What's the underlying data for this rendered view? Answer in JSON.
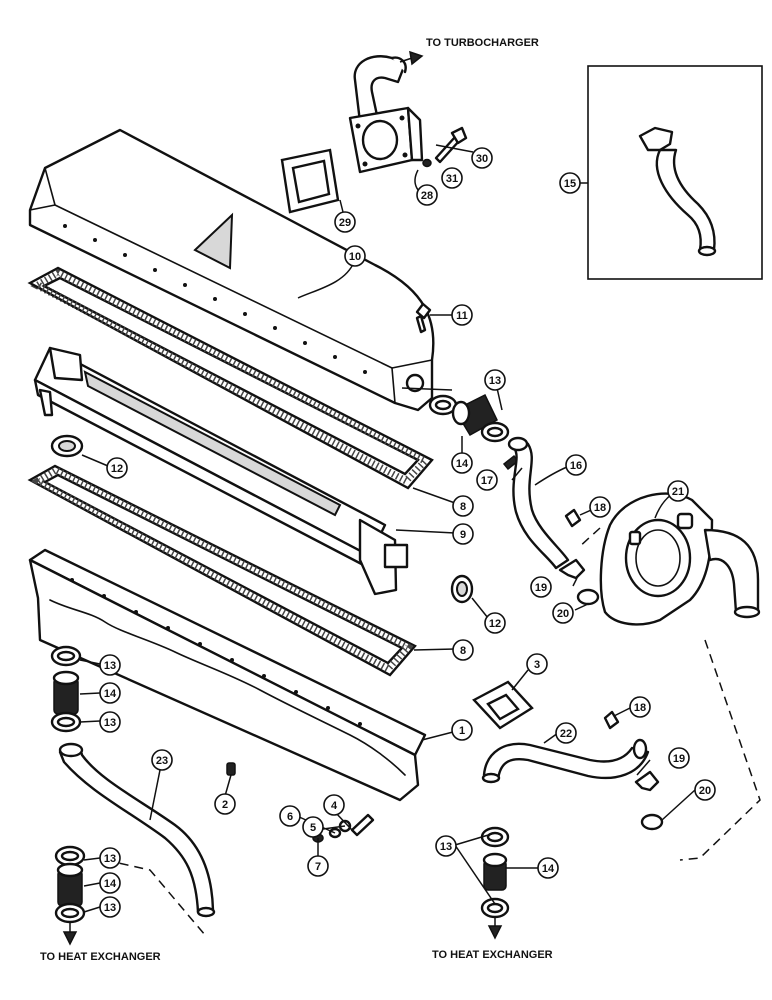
{
  "labels": {
    "to_turbocharger": "TO TURBOCHARGER",
    "to_heat_exchanger_left": "TO HEAT EXCHANGER",
    "to_heat_exchanger_right": "TO HEAT EXCHANGER"
  },
  "callouts": {
    "c1": "1",
    "c2": "2",
    "c3": "3",
    "c4": "4",
    "c5": "5",
    "c6": "6",
    "c7": "7",
    "c8a": "8",
    "c8b": "8",
    "c9": "9",
    "c10": "10",
    "c11": "11",
    "c12a": "12",
    "c12b": "12",
    "c13a": "13",
    "c13b": "13",
    "c13c": "13",
    "c13d": "13",
    "c13e": "13",
    "c13f": "13",
    "c14a": "14",
    "c14b": "14",
    "c14c": "14",
    "c14d": "14",
    "c15": "15",
    "c16": "16",
    "c17": "17",
    "c18a": "18",
    "c18b": "18",
    "c19a": "19",
    "c19b": "19",
    "c20a": "20",
    "c20b": "20",
    "c21": "21",
    "c22": "22",
    "c23": "23",
    "c28": "28",
    "c29": "29",
    "c30": "30",
    "c31": "31"
  }
}
